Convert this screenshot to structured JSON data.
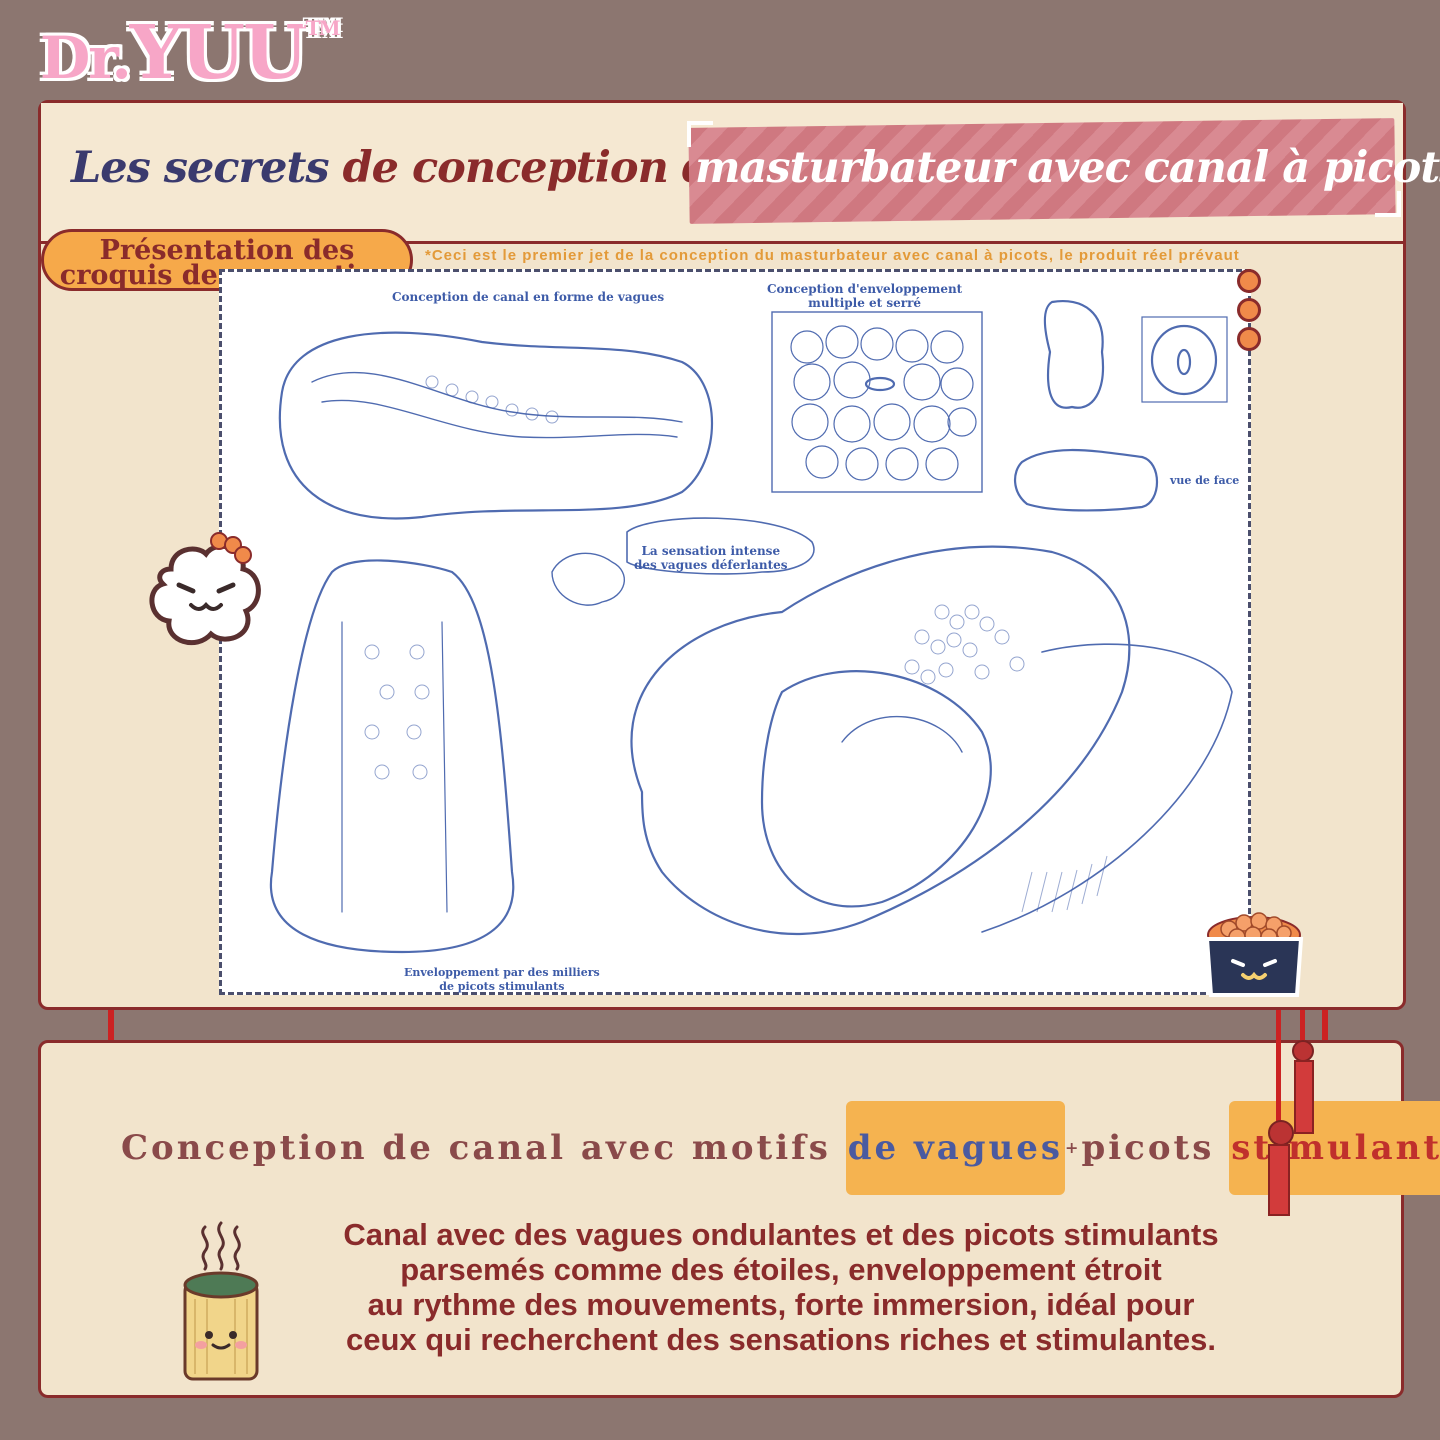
{
  "brand": {
    "dr": "Dr.",
    "name": "YUU",
    "tm": "TM"
  },
  "header": {
    "title_part1": "Les secrets",
    "title_part2": " de conception du",
    "title_highlight": "masturbateur avec canal à picots"
  },
  "section": {
    "badge_line1": "Présentation des",
    "badge_line2": "croquis de conception",
    "note": "*Ceci est le premier jet de la conception du masturbateur avec canal à picots, le produit réel prévaut"
  },
  "sketch_labels": {
    "wave_channel": "Conception de canal en forme de vagues",
    "wrap_line1": "Conception d'enveloppement",
    "wrap_line2": "multiple et serré",
    "front_view": "vue de face",
    "bubble_line1": "La sensation intense",
    "bubble_line2": "des vagues déferlantes",
    "bottom_line1": "Enveloppement par des milliers",
    "bottom_line2": "de picots stimulants"
  },
  "feature": {
    "part1": "Conception de canal avec motifs ",
    "highlight1": "de vagues",
    "plus": "+",
    "part2": "picots ",
    "highlight2": "stimulants"
  },
  "description": {
    "line1": "Canal avec des vagues ondulantes et des picots stimulants",
    "line2": "parsemés comme des étoiles, enveloppement étroit",
    "line3": "au rythme des mouvements, forte immersion, idéal pour",
    "line4": "ceux qui recherchent des sensations riches et stimulantes."
  },
  "colors": {
    "background": "#8c7670",
    "panel": "#f2e4cc",
    "border": "#8a2b2b",
    "accent_orange": "#f6a94a",
    "sketch_blue": "#3d5ba8",
    "logo_pink": "#f7a6c7"
  },
  "icons": [
    "cloud-mascot-icon",
    "sushi-mascot-icon",
    "tea-cup-mascot-icon",
    "red-tassel-icon"
  ]
}
